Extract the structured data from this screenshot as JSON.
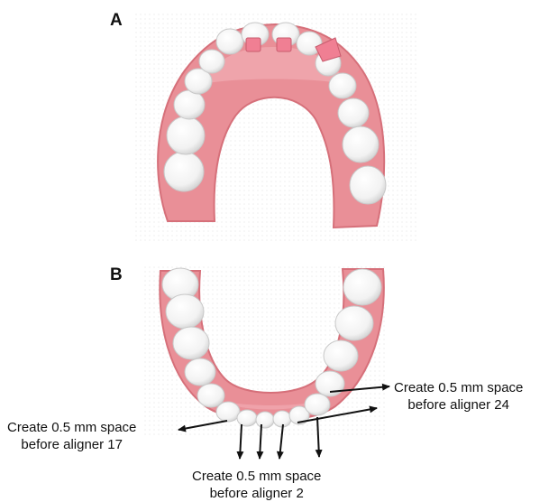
{
  "panels": {
    "a": {
      "label": "A"
    },
    "b": {
      "label": "B"
    }
  },
  "annotations": [
    {
      "line1": "Create 0.5 mm space",
      "line2": "before aligner 24"
    },
    {
      "line1": "Create 0.5 mm space",
      "line2": "before aligner 17"
    },
    {
      "line1": "Create 0.5 mm space",
      "line2": "before aligner 2"
    }
  ],
  "colors": {
    "gum": "#e98f97",
    "gum_dark": "#d6707a",
    "tooth": "#fbfbfb",
    "tooth_shadow": "#d9d9d9",
    "attachment": "#f07f93",
    "arrow": "#111111"
  }
}
